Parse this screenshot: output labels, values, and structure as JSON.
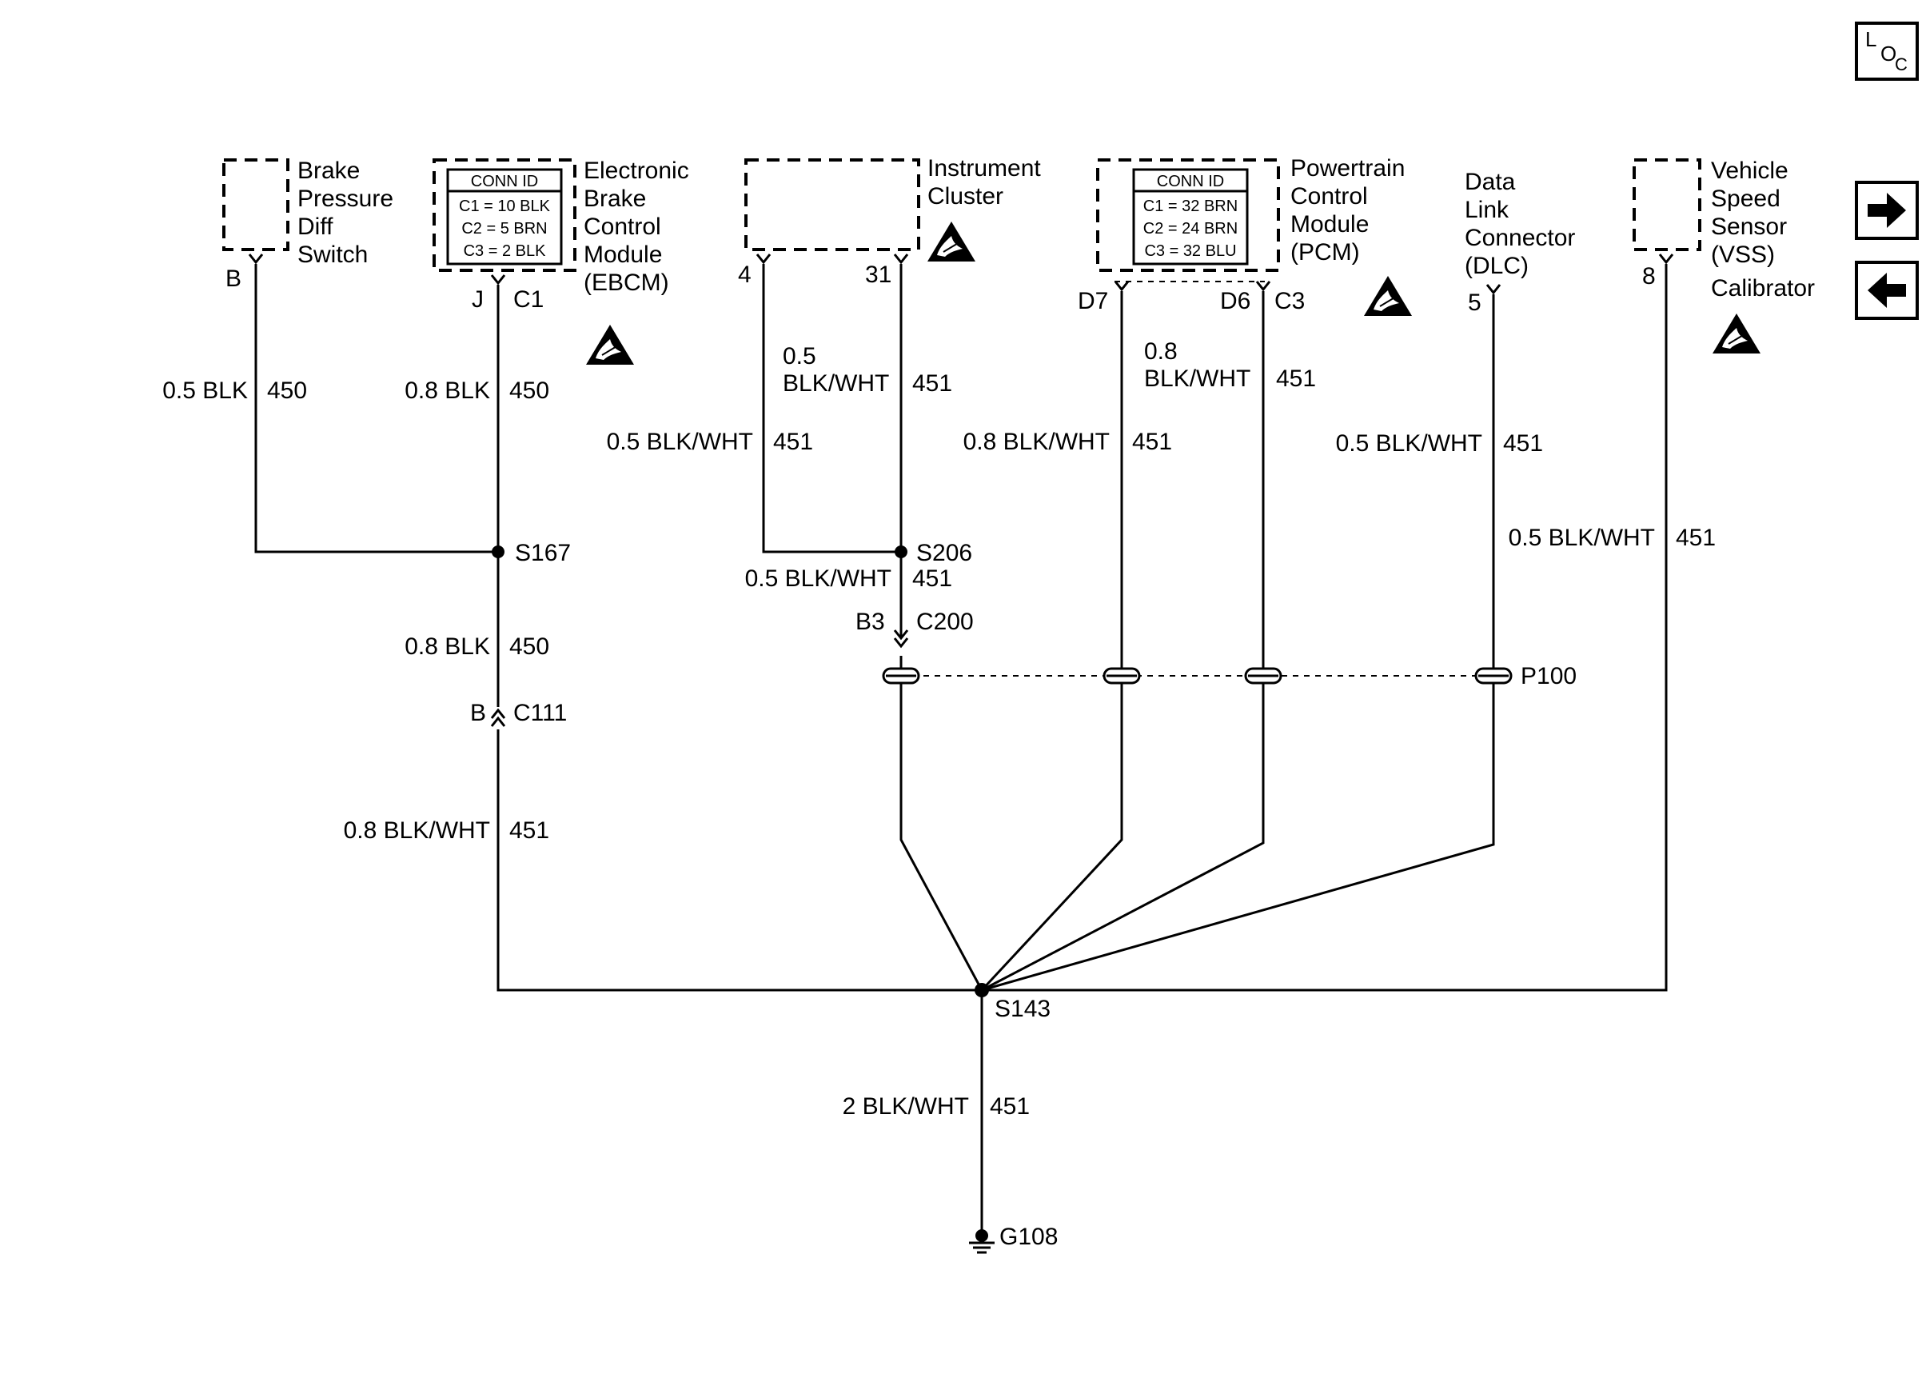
{
  "components": {
    "brake_switch": {
      "name_lines": [
        "Brake",
        "Pressure",
        "Diff",
        "Switch"
      ],
      "pin": "B"
    },
    "ebcm": {
      "name_lines": [
        "Electronic",
        "Brake",
        "Control",
        "Module",
        "(EBCM)"
      ],
      "conn_title": "CONN ID",
      "conn_rows": [
        "C1 = 10 BLK",
        "C2 = 5 BRN",
        "C3 = 2 BLK"
      ],
      "pin_left": "J",
      "pin_right": "C1"
    },
    "instrument_cluster": {
      "name_lines": [
        "Instrument",
        "Cluster"
      ],
      "pin_left": "4",
      "pin_right": "31"
    },
    "pcm": {
      "name_lines": [
        "Powertrain",
        "Control",
        "Module",
        "(PCM)"
      ],
      "conn_title": "CONN ID",
      "conn_rows": [
        "C1 = 32 BRN",
        "C2 = 24 BRN",
        "C3 = 32 BLU"
      ],
      "pin_left": "D7",
      "pin_right": "D6",
      "pin_conn": "C3"
    },
    "dlc": {
      "name_lines": [
        "Data",
        "Link",
        "Connector",
        "(DLC)"
      ],
      "pin": "5"
    },
    "vss": {
      "name_lines": [
        "Vehicle",
        "Speed",
        "Sensor",
        "(VSS)",
        "Calibrator"
      ],
      "pin": "8"
    }
  },
  "wires": {
    "brake_sw": {
      "size": "0.5 BLK",
      "circuit": "450"
    },
    "ebcm": {
      "size": "0.8 BLK",
      "circuit": "450"
    },
    "cluster_4": {
      "size": "0.5 BLK/WHT",
      "circuit": "451"
    },
    "cluster_31": {
      "size_lines": [
        "0.5",
        "BLK/WHT"
      ],
      "circuit": "451"
    },
    "pcm_d7": {
      "size": "0.8 BLK/WHT",
      "circuit": "451"
    },
    "pcm_d6": {
      "size_lines": [
        "0.8",
        "BLK/WHT"
      ],
      "circuit": "451"
    },
    "dlc": {
      "size": "0.5 BLK/WHT",
      "circuit": "451"
    },
    "vss": {
      "size": "0.5 BLK/WHT",
      "circuit": "451"
    },
    "s167_c111": {
      "size": "0.8 BLK",
      "circuit": "450"
    },
    "c111_s143": {
      "size": "0.8 BLK/WHT",
      "circuit": "451"
    },
    "s206_c200": {
      "size": "0.5 BLK/WHT",
      "circuit": "451"
    },
    "ground": {
      "size": "2 BLK/WHT",
      "circuit": "451"
    }
  },
  "splices": {
    "s167": "S167",
    "s206": "S206",
    "s143": "S143"
  },
  "connectors": {
    "c111": {
      "name": "C111",
      "pin": "B"
    },
    "c200": {
      "name": "C200",
      "pin": "B3"
    }
  },
  "pass_through": "P100",
  "ground": "G108",
  "nav": {
    "loc": {
      "l": "L",
      "o": "O",
      "c": "C"
    },
    "next_icon": "arrow-right-icon",
    "prev_icon": "arrow-left-icon"
  }
}
